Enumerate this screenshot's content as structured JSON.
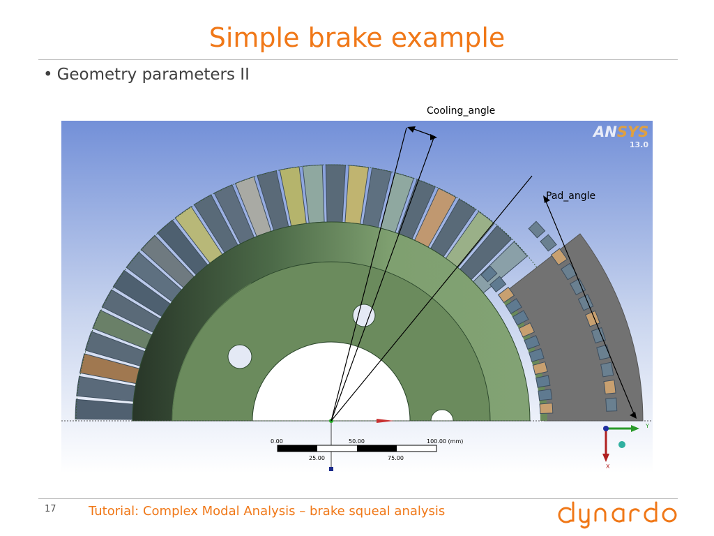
{
  "slide": {
    "title": "Simple brake example",
    "bullet": "Geometry parameters II",
    "page_number": "17",
    "footer": "Tutorial: Complex Modal Analysis – brake squeal analysis"
  },
  "figure": {
    "cooling_label": "Cooling_angle",
    "pad_label": "Pad_angle",
    "ansys_brand_a": "AN",
    "ansys_brand_b": "SYS",
    "ansys_version": "13.0",
    "axis_y": "Y",
    "axis_x": "X",
    "scale": {
      "top": [
        "0.00",
        "50.00",
        "100.00 (mm)"
      ],
      "bottom": [
        "25.00",
        "75.00"
      ]
    }
  },
  "logo": {
    "text": "dynardo",
    "icon": "dynardo-logo"
  },
  "colors": {
    "accent": "#f07818",
    "viewport_top": "#7390d8",
    "viewport_bottom": "#ffffff",
    "rotor": "#7a9a6a",
    "pad": "#727272"
  }
}
